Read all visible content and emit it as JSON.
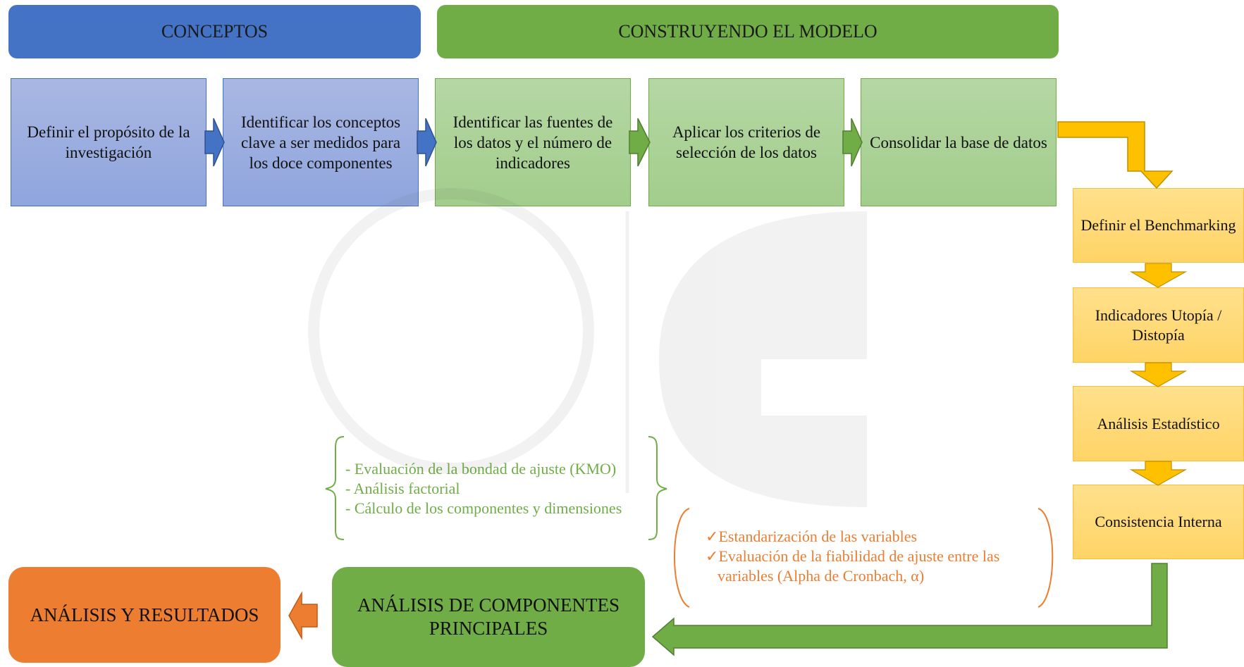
{
  "headers": {
    "concepts": "CONCEPTOS",
    "building": "CONSTRUYENDO EL MODELO"
  },
  "steps": [
    {
      "label": "Definir el propósito de la investigación"
    },
    {
      "label": "Identificar los conceptos clave a ser medidos para los doce componentes"
    },
    {
      "label": "Identificar las fuentes de los datos y el número de indicadores"
    },
    {
      "label": "Aplicar los criterios de selección de los datos"
    },
    {
      "label": "Consolidar la base de datos"
    }
  ],
  "vertical_steps": [
    {
      "label": "Definir el Benchmarking"
    },
    {
      "label": "Indicadores Utopía / Distopía"
    },
    {
      "label": "Análisis Estadístico"
    },
    {
      "label": "Consistencia Interna"
    }
  ],
  "pca_notes": [
    "- Evaluación de la bondad de ajuste (KMO)",
    "- Análisis factorial",
    "- Cálculo de los componentes y dimensiones"
  ],
  "consistency_notes": {
    "check_mark": "✓",
    "item1": "Estandarización de las variables",
    "item2_line1": "Evaluación de la fiabilidad de ajuste entre las",
    "item2_line2": "variables (Alpha de Cronbach, α)"
  },
  "pca_box": "ANÁLISIS DE COMPONENTES PRINCIPALES",
  "results_box": "ANÁLISIS Y RESULTADOS",
  "colors": {
    "blue": "#4472c4",
    "green": "#70ad47",
    "yellow": "#ffc000",
    "orange": "#ed7d31"
  }
}
